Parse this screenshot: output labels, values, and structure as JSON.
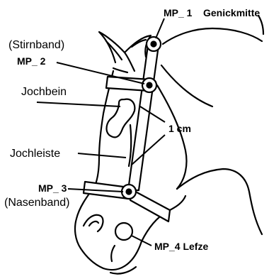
{
  "labels": {
    "mp1": "MP_ 1",
    "genickmitte": "Genickmitte",
    "stirnband": "(Stirnband)",
    "mp2": "MP_ 2",
    "jochbein": "Jochbein",
    "one_cm": "1 cm",
    "jochleiste": "Jochleiste",
    "mp3": "MP_ 3",
    "nasenband": "(Nasenband)",
    "mp4_lefze": "MP_4 Lefze"
  },
  "colors": {
    "ink": "#000000",
    "background": "#ffffff"
  }
}
